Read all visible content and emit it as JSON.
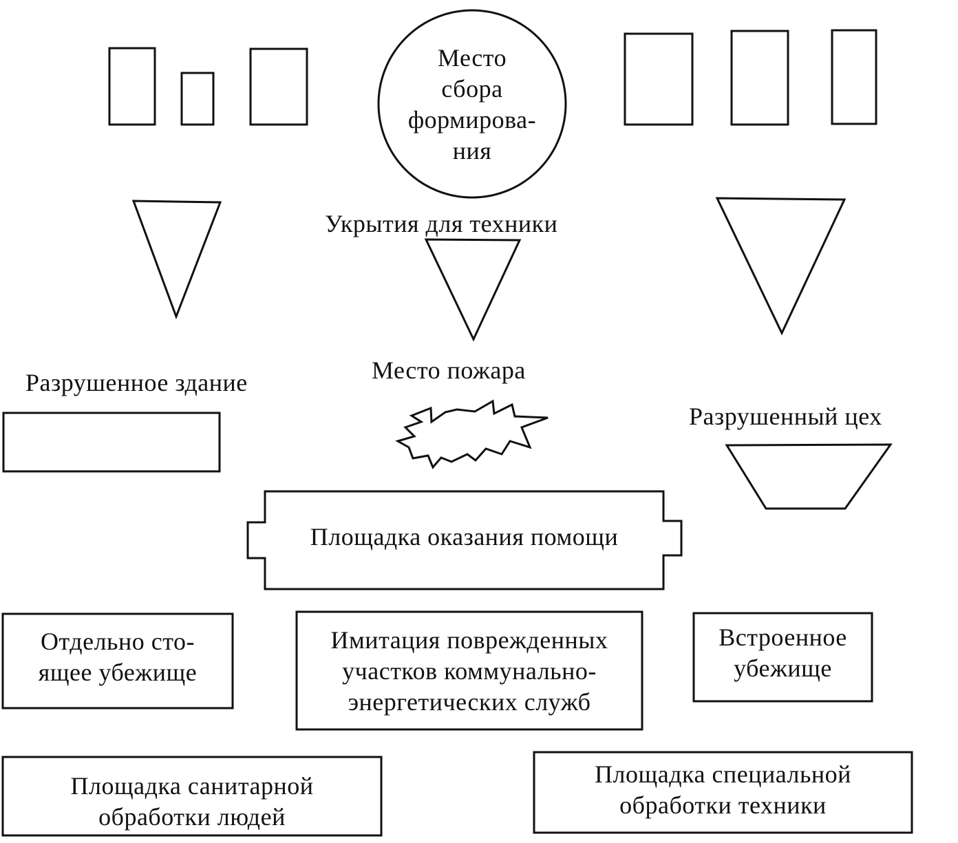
{
  "gathering_point": {
    "lines": [
      "Место",
      "сбора",
      "формирова-",
      "ния"
    ]
  },
  "labels": {
    "vehicle_shelters": "Укрытия для техники",
    "destroyed_building": "Разрушенное здание",
    "fire_site": "Место пожара",
    "destroyed_workshop": "Разрушенный цех"
  },
  "assistance_area": "Площадка оказания помощи",
  "boxes": {
    "freestanding_shelter": [
      "Отдельно сто-",
      "ящее убежище"
    ],
    "utility_damage": [
      "Имитация поврежденных",
      "участков коммунально-",
      "энергетических служб"
    ],
    "builtin_shelter": [
      "Встроенное",
      "убежище"
    ],
    "sanitary_area": [
      "Площадка санитарной",
      "обработки людей"
    ],
    "vehicle_treatment": [
      "Площадка специальной",
      "обработки техники"
    ]
  }
}
